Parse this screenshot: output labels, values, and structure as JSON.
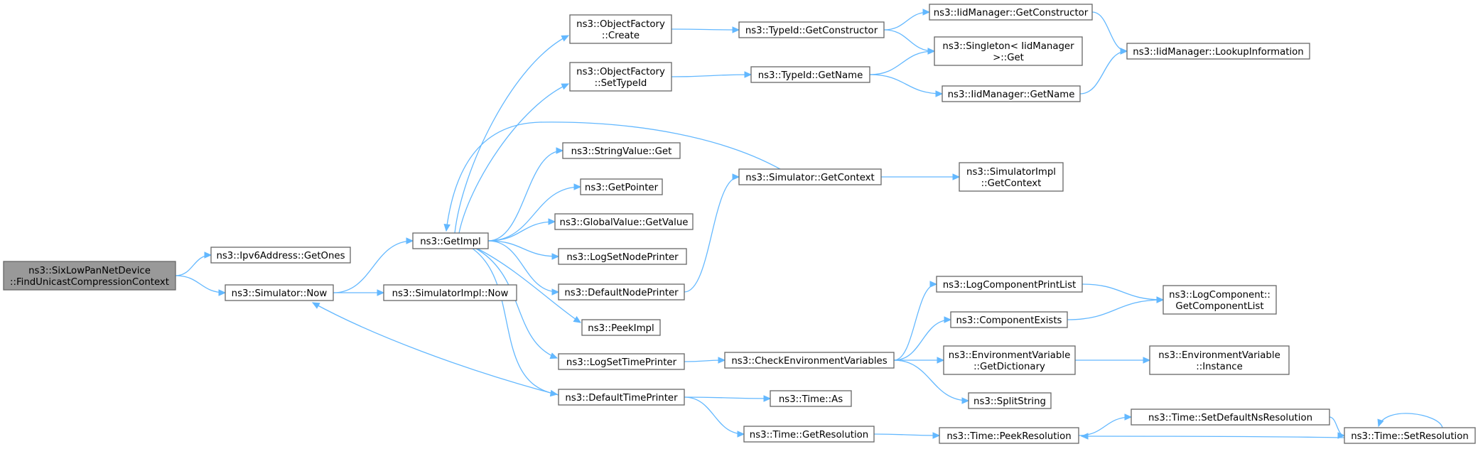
{
  "graph": {
    "edge_color": "#63b8ff",
    "root_fill": "#999999",
    "nodes": {
      "root": [
        "ns3::SixLowPanNetDevice",
        "::FindUnicastCompressionContext"
      ],
      "getOnes": [
        "ns3::Ipv6Address::GetOnes"
      ],
      "simNow": [
        "ns3::Simulator::Now"
      ],
      "getImpl": [
        "ns3::GetImpl"
      ],
      "implNow": [
        "ns3::SimulatorImpl::Now"
      ],
      "ofCreate": [
        "ns3::ObjectFactory",
        "::Create"
      ],
      "ofSetTypeId": [
        "ns3::ObjectFactory",
        "::SetTypeId"
      ],
      "strGet": [
        "ns3::StringValue::Get"
      ],
      "getPointer": [
        "ns3::GetPointer"
      ],
      "gvGetValue": [
        "ns3::GlobalValue::GetValue"
      ],
      "logSetNode": [
        "ns3::LogSetNodePrinter"
      ],
      "defNodePrinter": [
        "ns3::DefaultNodePrinter"
      ],
      "peekImpl": [
        "ns3::PeekImpl"
      ],
      "logSetTime": [
        "ns3::LogSetTimePrinter"
      ],
      "defTimePrinter": [
        "ns3::DefaultTimePrinter"
      ],
      "tidGetCtor": [
        "ns3::TypeId::GetConstructor"
      ],
      "tidGetName": [
        "ns3::TypeId::GetName"
      ],
      "simGetContext": [
        "ns3::Simulator::GetContext"
      ],
      "checkEnv": [
        "ns3::CheckEnvironmentVariables"
      ],
      "timeAs": [
        "ns3::Time::As"
      ],
      "timeGetRes": [
        "ns3::Time::GetResolution"
      ],
      "iidGetCtor": [
        "ns3::IidManager::GetConstructor"
      ],
      "singletonGet": [
        "ns3::Singleton< IidManager",
        ">::Get"
      ],
      "iidGetName": [
        "ns3::IidManager::GetName"
      ],
      "iidLookup": [
        "ns3::IidManager::LookupInformation"
      ],
      "implGetContext": [
        "ns3::SimulatorImpl",
        "::GetContext"
      ],
      "logCompPrintList": [
        "ns3::LogComponentPrintList"
      ],
      "compExists": [
        "ns3::ComponentExists"
      ],
      "envGetDict": [
        "ns3::EnvironmentVariable",
        "::GetDictionary"
      ],
      "splitString": [
        "ns3::SplitString"
      ],
      "timePeekRes": [
        "ns3::Time::PeekResolution"
      ],
      "logCompGetList": [
        "ns3::LogComponent::",
        "GetComponentList"
      ],
      "envInstance": [
        "ns3::EnvironmentVariable",
        "::Instance"
      ],
      "timeSetDefNs": [
        "ns3::Time::SetDefaultNsResolution"
      ],
      "timeSetRes": [
        "ns3::Time::SetResolution"
      ]
    },
    "edges": [
      [
        "root",
        "getOnes"
      ],
      [
        "root",
        "simNow"
      ],
      [
        "simNow",
        "getImpl"
      ],
      [
        "simNow",
        "implNow"
      ],
      [
        "getImpl",
        "ofCreate"
      ],
      [
        "getImpl",
        "ofSetTypeId"
      ],
      [
        "getImpl",
        "strGet"
      ],
      [
        "getImpl",
        "getPointer"
      ],
      [
        "getImpl",
        "gvGetValue"
      ],
      [
        "getImpl",
        "logSetNode"
      ],
      [
        "getImpl",
        "defNodePrinter"
      ],
      [
        "getImpl",
        "peekImpl"
      ],
      [
        "getImpl",
        "logSetTime"
      ],
      [
        "getImpl",
        "defTimePrinter"
      ],
      [
        "ofCreate",
        "tidGetCtor"
      ],
      [
        "ofSetTypeId",
        "tidGetName"
      ],
      [
        "tidGetCtor",
        "iidGetCtor"
      ],
      [
        "tidGetCtor",
        "singletonGet"
      ],
      [
        "tidGetName",
        "singletonGet"
      ],
      [
        "tidGetName",
        "iidGetName"
      ],
      [
        "iidGetCtor",
        "iidLookup"
      ],
      [
        "iidGetName",
        "iidLookup"
      ],
      [
        "simGetContext",
        "getImpl"
      ],
      [
        "simGetContext",
        "implGetContext"
      ],
      [
        "defNodePrinter",
        "simGetContext"
      ],
      [
        "logSetTime",
        "checkEnv"
      ],
      [
        "checkEnv",
        "logCompPrintList"
      ],
      [
        "checkEnv",
        "compExists"
      ],
      [
        "checkEnv",
        "envGetDict"
      ],
      [
        "checkEnv",
        "splitString"
      ],
      [
        "logCompPrintList",
        "logCompGetList"
      ],
      [
        "compExists",
        "logCompGetList"
      ],
      [
        "envGetDict",
        "envInstance"
      ],
      [
        "defTimePrinter",
        "simNow"
      ],
      [
        "defTimePrinter",
        "timeAs"
      ],
      [
        "defTimePrinter",
        "timeGetRes"
      ],
      [
        "timeGetRes",
        "timePeekRes"
      ],
      [
        "timePeekRes",
        "timeSetDefNs"
      ],
      [
        "timeSetDefNs",
        "timeSetRes"
      ],
      [
        "timeSetRes",
        "timePeekRes"
      ],
      [
        "timeSetRes",
        "timeSetRes"
      ]
    ]
  }
}
